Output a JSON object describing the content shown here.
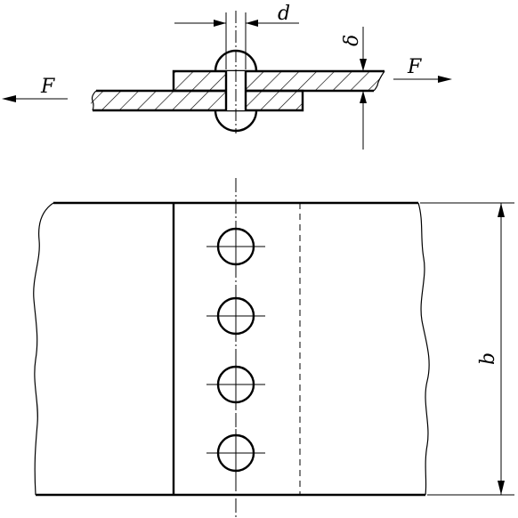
{
  "labels": {
    "force_left": "F",
    "force_right": "F",
    "rivet_diameter": "d",
    "plate_thickness": "δ",
    "plate_width": "b"
  },
  "rivets": {
    "count": 4
  },
  "colors": {
    "line": "#000000",
    "background": "#ffffff"
  }
}
